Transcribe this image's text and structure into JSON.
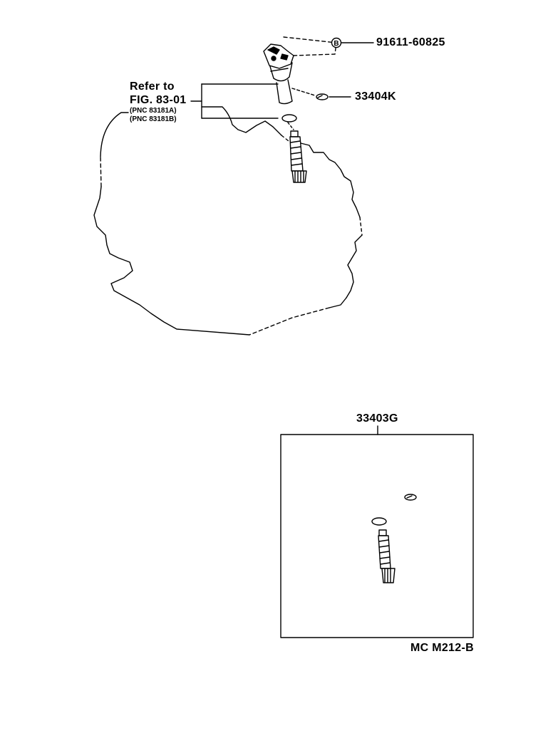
{
  "refer": {
    "line1": "Refer to",
    "line2": "FIG. 83-01",
    "pnc_a": "(PNC 83181A)",
    "pnc_b": "(PNC 83181B)"
  },
  "parts": {
    "bolt": "91611-60825",
    "bolt_marker": "B",
    "oring": "33404K",
    "kit": "33403G"
  },
  "catalog_code": "MC M212-B"
}
